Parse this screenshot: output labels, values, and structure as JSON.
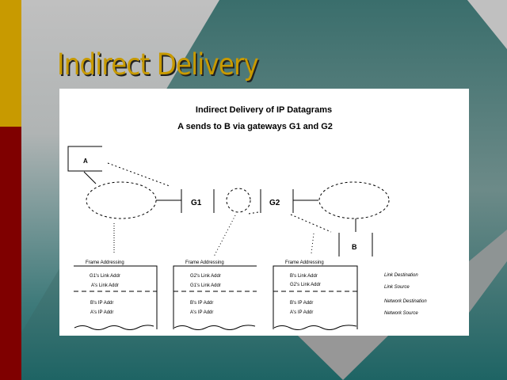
{
  "slide": {
    "title": "Indirect Delivery"
  },
  "diagram": {
    "title": "Indirect Delivery of IP Datagrams",
    "subtitle": "A sends to B via gateways G1 and G2",
    "nodes": {
      "a": "A",
      "b": "B",
      "g1": "G1",
      "g2": "G2"
    },
    "frames": [
      {
        "header": "Frame Addressing",
        "rows": [
          "G1's Link Addr",
          "A's Link Addr",
          "B's IP Addr",
          "A's IP Addr"
        ]
      },
      {
        "header": "Frame Addressing",
        "rows": [
          "G2's Link Addr",
          "G1's Link Addr",
          "B's IP Addr",
          "A's IP Addr"
        ]
      },
      {
        "header": "Frame Addressing",
        "rows": [
          "B's Link Addr",
          "G2's Link Addr",
          "B's IP Addr",
          "A's IP Addr"
        ]
      }
    ],
    "legend": [
      "Link Destination",
      "Link Source",
      "Network Destination",
      "Network Source"
    ]
  },
  "colors": {
    "gold": "#c89a00",
    "red": "#7f0000",
    "teal": "#2f6f6f",
    "gray": "#c0c0c0"
  }
}
